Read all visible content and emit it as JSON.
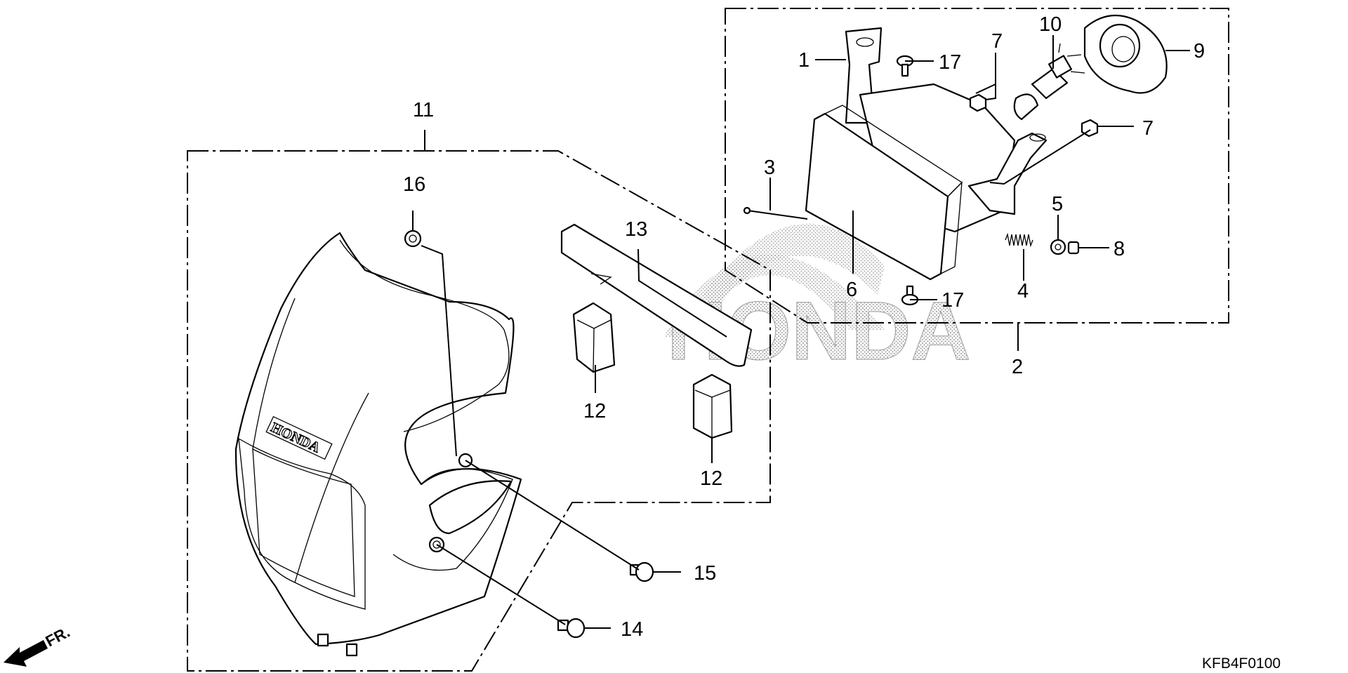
{
  "diagram_code": "KFB4F0100",
  "direction_indicator": "FR.",
  "watermark": "HONDA",
  "cowl_emblem": "HONDA",
  "callouts": {
    "c1": "1",
    "c2": "2",
    "c3": "3",
    "c4": "4",
    "c5": "5",
    "c6": "6",
    "c7a": "7",
    "c7b": "7",
    "c8": "8",
    "c9": "9",
    "c10": "10",
    "c11": "11",
    "c12a": "12",
    "c12b": "12",
    "c13": "13",
    "c14": "14",
    "c15": "15",
    "c16": "16",
    "c17a": "17",
    "c17b": "17"
  },
  "colors": {
    "ink": "#000000",
    "background": "#ffffff",
    "watermark": "#b9b9b9"
  }
}
